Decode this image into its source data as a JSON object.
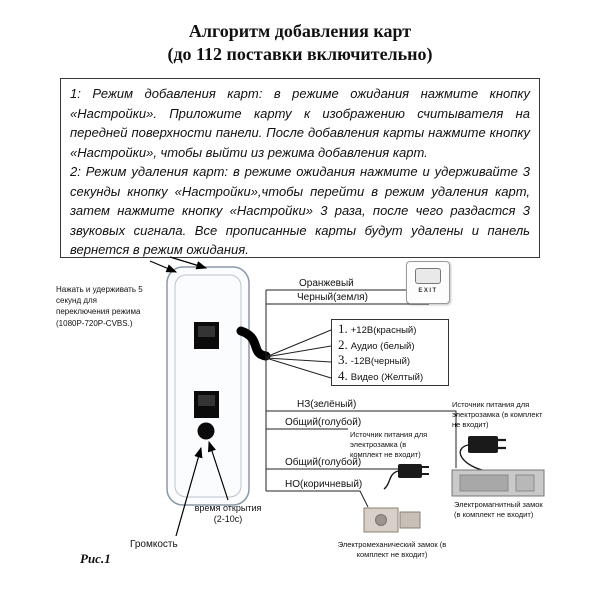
{
  "title": {
    "line1": "Алгоритм добавления карт",
    "line2": "(до 112 поставки включительно)"
  },
  "instructions": {
    "p1": "1: Режим добавления карт: в режиме ожидания нажмите кнопку «Настройки». Приложите карту к изображению считывателя на передней поверхности панели. После добавления карты нажмите кнопку «Настройки», чтобы выйти из режима добавления карт.",
    "p2": "2: Режим удаления карт: в режиме ожидания нажмите и удерживайте 3 секунды кнопку «Настройки»,чтобы перейти в режим удаления карт, затем нажмите кнопку «Настройки» 3 раза, после чего раздастся 3 звуковых сигнала. Все прописанные карты будут удалены и панель вернется в режим ожидания."
  },
  "diagram": {
    "mode_note": "Нажать и удерживать 5 секунд для переключения режима (1080P-720P-CVBS.)",
    "wire_orange": "Оранжевый",
    "wire_black": "Черный(земля)",
    "connector": [
      {
        "n": "1.",
        "label": "+12В(красный)"
      },
      {
        "n": "2.",
        "label": "Аудио (белый)"
      },
      {
        "n": "3.",
        "label": "-12В(черный)"
      },
      {
        "n": "4.",
        "label": "Видео (Желтый)"
      }
    ],
    "wire_nz": "НЗ(зелёный)",
    "wire_common1": "Общий(голубой)",
    "wire_common2": "Общий(голубой)",
    "wire_no": "НО(коричневый)",
    "psu_note_mid": "Источник питания для электрозамка (в комплект не входит)",
    "psu_note_right": "Источник питания для электрозамка (в комплект не входит)",
    "em_lock_note": "Электромагнитный замок (в комплект не входит)",
    "mech_lock_note": "Электромеханический замок (в комплект не входит)",
    "open_time_1": "время открытия",
    "open_time_2": "(2-10с)",
    "volume_label": "Громкость",
    "figure_label": "Рис.1",
    "exit_button_label": "EXIT"
  }
}
